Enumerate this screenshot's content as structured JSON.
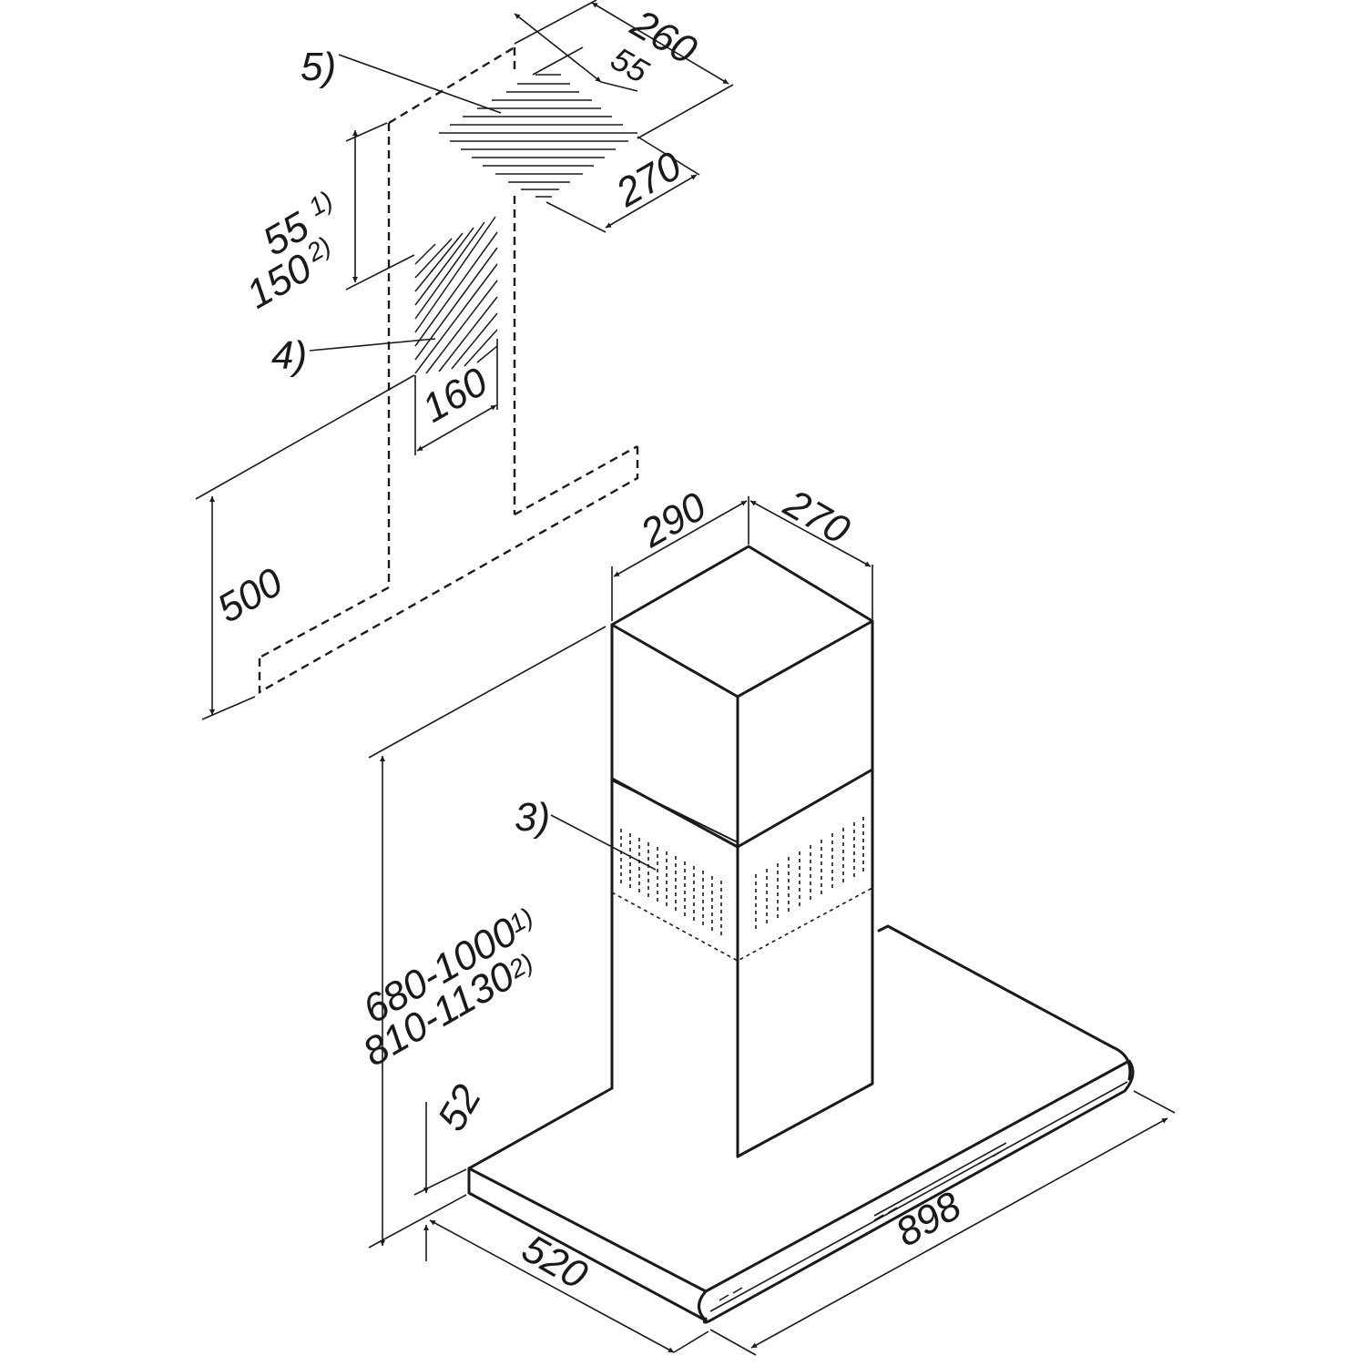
{
  "callouts": {
    "c3": "3)",
    "c4": "4)",
    "c5": "5)"
  },
  "dimensions": {
    "d260": "260",
    "d55_top": "55",
    "d270_duct": "270",
    "d55_gap": "55",
    "d150_gap": "150",
    "sup1": "1)",
    "sup2": "2)",
    "d160": "160",
    "d500": "500",
    "d290": "290",
    "d270_chimney": "270",
    "d680_1000": "680-1000",
    "d810_1130": "810-1130",
    "d52": "52",
    "d520": "520",
    "d898": "898"
  }
}
